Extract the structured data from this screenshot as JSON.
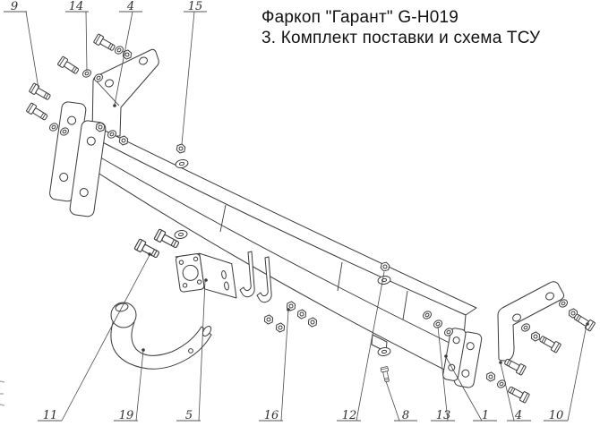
{
  "title": {
    "line1": "Фаркоп \"Гарант\" G-H019",
    "line2": "3. Комплект поставки и схема ТСУ"
  },
  "callouts": {
    "top": [
      {
        "label": "9"
      },
      {
        "label": "14"
      },
      {
        "label": "4"
      },
      {
        "label": "15"
      }
    ],
    "bottom": [
      {
        "label": "11"
      },
      {
        "label": "19"
      },
      {
        "label": "5"
      },
      {
        "label": "16"
      },
      {
        "label": "12"
      },
      {
        "label": "8"
      },
      {
        "label": "13"
      },
      {
        "label": "1"
      },
      {
        "label": "4"
      },
      {
        "label": "10"
      }
    ]
  },
  "colors": {
    "background": "#ffffff",
    "line": "#3b3b3b",
    "text": "#111111",
    "callout": "#2e2e2e"
  }
}
